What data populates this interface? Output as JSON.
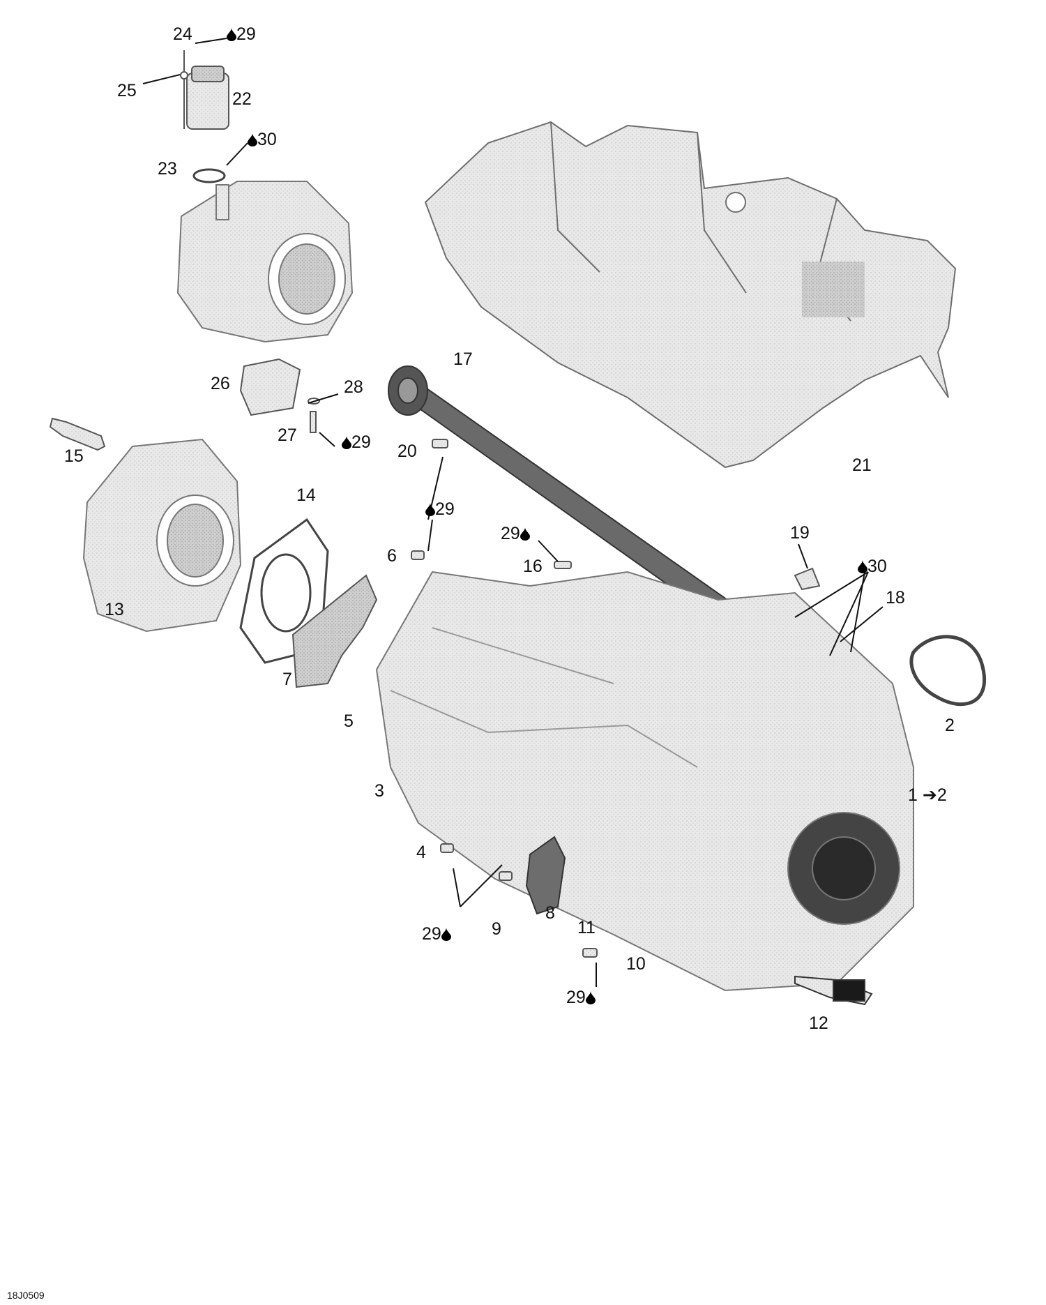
{
  "diagram_id": "18J0509",
  "lube_icon": "oil-drop-icon",
  "callouts": [
    {
      "label": "1",
      "arrow_to": "2"
    },
    {
      "label": "2"
    },
    {
      "label": "3"
    },
    {
      "label": "4"
    },
    {
      "label": "5"
    },
    {
      "label": "6"
    },
    {
      "label": "7"
    },
    {
      "label": "8"
    },
    {
      "label": "9"
    },
    {
      "label": "10"
    },
    {
      "label": "11"
    },
    {
      "label": "12"
    },
    {
      "label": "13"
    },
    {
      "label": "14"
    },
    {
      "label": "15"
    },
    {
      "label": "16"
    },
    {
      "label": "17"
    },
    {
      "label": "18"
    },
    {
      "label": "19"
    },
    {
      "label": "20"
    },
    {
      "label": "21"
    },
    {
      "label": "22"
    },
    {
      "label": "23"
    },
    {
      "label": "24"
    },
    {
      "label": "25"
    },
    {
      "label": "26"
    },
    {
      "label": "27"
    },
    {
      "label": "28"
    }
  ],
  "lube_callouts": [
    "29",
    "30",
    "30",
    "29",
    "29",
    "29",
    "30",
    "29",
    "29"
  ]
}
